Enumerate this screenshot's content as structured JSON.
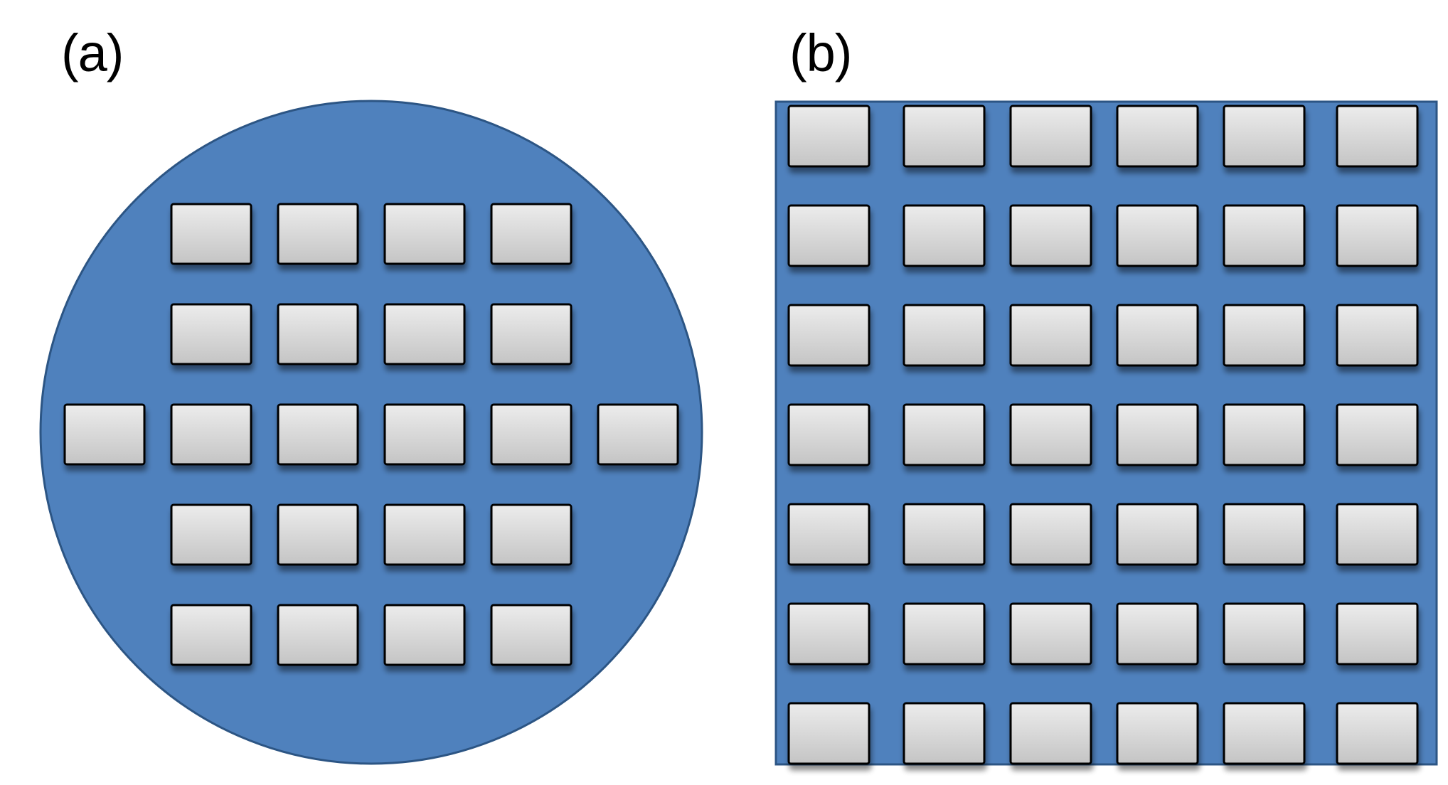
{
  "panels": [
    {
      "label": "(a)",
      "substrate": "circular-wafer",
      "substrate_color": "#4f81bd",
      "substrate_border": "#2c5584",
      "rows": [
        4,
        4,
        6,
        4,
        4
      ],
      "die_count": 22
    },
    {
      "label": "(b)",
      "substrate": "square-panel",
      "substrate_color": "#4f81bd",
      "substrate_border": "#2c5584",
      "rows": [
        6,
        6,
        6,
        6,
        6,
        6,
        6
      ],
      "die_count": 42
    }
  ],
  "die_style": {
    "fill_top": "#ececec",
    "fill_bottom": "#c4c4c4",
    "stroke": "#000000"
  }
}
